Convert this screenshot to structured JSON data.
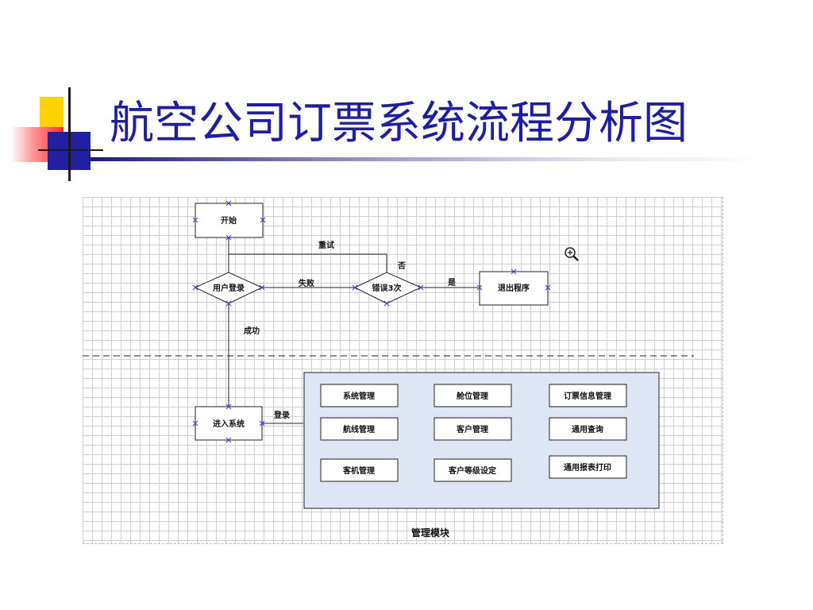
{
  "title": "航空公司订票系统流程分析图",
  "diagram": {
    "nodes": {
      "start": "开始",
      "login": "用户登录",
      "retry_check": "错误3次",
      "exit": "退出程序",
      "enter": "进入系统"
    },
    "edges": {
      "retry": "重试",
      "no": "否",
      "fail": "失败",
      "yes": "是",
      "success": "成功",
      "login_arrow": "登录"
    },
    "modules": {
      "caption": "管理模块",
      "items": [
        "系统管理",
        "舱位管理",
        "订票信息管理",
        "航线管理",
        "客户管理",
        "通用查询",
        "客机管理",
        "客户等级设定",
        "通用报表打印"
      ]
    }
  },
  "colors": {
    "title": "#1c1cb0",
    "module_panel": "#dde6f2",
    "connector_marks": "#3a3aff"
  },
  "icons": {
    "zoom": "zoom-in-icon"
  }
}
